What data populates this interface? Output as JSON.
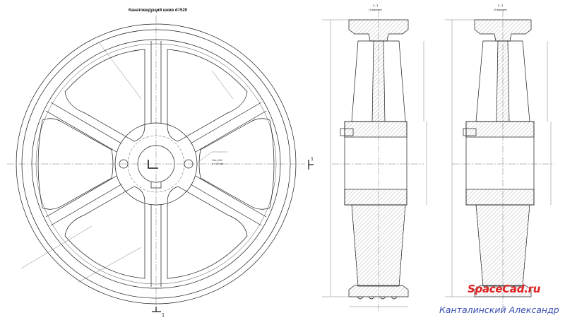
{
  "drawing": {
    "main_title": "Канатоведущий шкив d=520",
    "section_left_label": "1 - 1",
    "section_left_variant": "(1 вариант)",
    "section_right_label": "1 - 1",
    "section_right_variant": "(2 вариант)",
    "cut_mark_right": "1",
    "cut_mark_bottom": "1",
    "note_thread": "Отв. М 8",
    "note_thread_depth": "L = 20 мм"
  },
  "watermark": {
    "logo": "SpaceCad.ru",
    "author": "Канталинский Александр"
  },
  "colors": {
    "line": "#1a1a1a",
    "hatch": "#555555",
    "logo": "#e02020",
    "author": "#3a4fb0"
  }
}
